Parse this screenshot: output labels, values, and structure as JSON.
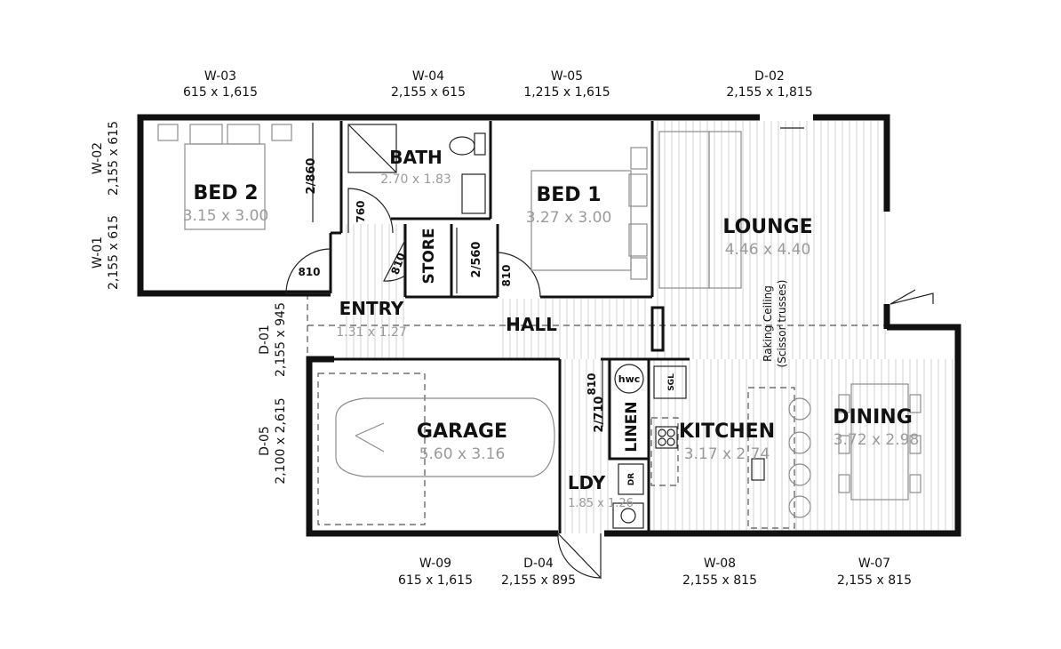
{
  "windows_top": [
    {
      "code": "W-03",
      "size": "615 x 1,615"
    },
    {
      "code": "W-04",
      "size": "2,155 x 615"
    },
    {
      "code": "W-05",
      "size": "1,215 x 1,615"
    },
    {
      "code": "D-02",
      "size": "2,155 x 1,815"
    }
  ],
  "windows_bottom": [
    {
      "code": "W-09",
      "size": "615 x 1,615"
    },
    {
      "code": "D-04",
      "size": "2,155 x 895"
    },
    {
      "code": "W-08",
      "size": "2,155 x 815"
    },
    {
      "code": "W-07",
      "size": "2,155 x 815"
    }
  ],
  "windows_left": [
    {
      "code": "W-02",
      "size": "2,155 x 615"
    },
    {
      "code": "W-01",
      "size": "2,155 x 615"
    },
    {
      "code": "D-01",
      "size": "2,155 x 945"
    },
    {
      "code": "D-05",
      "size": "2,100 x 2,615"
    }
  ],
  "rooms": {
    "bed2": {
      "name": "BED 2",
      "size": "3.15 x 3.00"
    },
    "bath": {
      "name": "BATH",
      "size": "2.70 x 1.83"
    },
    "bed1": {
      "name": "BED 1",
      "size": "3.27 x 3.00"
    },
    "lounge": {
      "name": "LOUNGE",
      "size": "4.46 x 4.40"
    },
    "entry": {
      "name": "ENTRY",
      "size": "1.31 x 1.27"
    },
    "hall": {
      "name": "HALL"
    },
    "store": {
      "name": "STORE"
    },
    "garage": {
      "name": "GARAGE",
      "size": "5.60 x 3.16"
    },
    "linen": {
      "name": "LINEN"
    },
    "kitchen": {
      "name": "KITCHEN",
      "size": "3.17 x 2.74"
    },
    "dining": {
      "name": "DINING",
      "size": "3.72 x 2.98"
    },
    "ldy": {
      "name": "LDY",
      "size": "1.85 x 1.26"
    }
  },
  "doors": {
    "d_2860": "2/860",
    "d_760": "760",
    "d_810_bed2": "810",
    "d_810_store": "810",
    "d_2560": "2/560",
    "d_810_bed1": "810",
    "d_810_linen": "810",
    "d_2710": "2/710"
  },
  "fixtures": {
    "hwc": "hwc",
    "sgl": "SGL",
    "dr": "DR"
  },
  "notes": {
    "raking_1": "Raking Ceiling",
    "raking_2": "(Scissor trusses)"
  }
}
